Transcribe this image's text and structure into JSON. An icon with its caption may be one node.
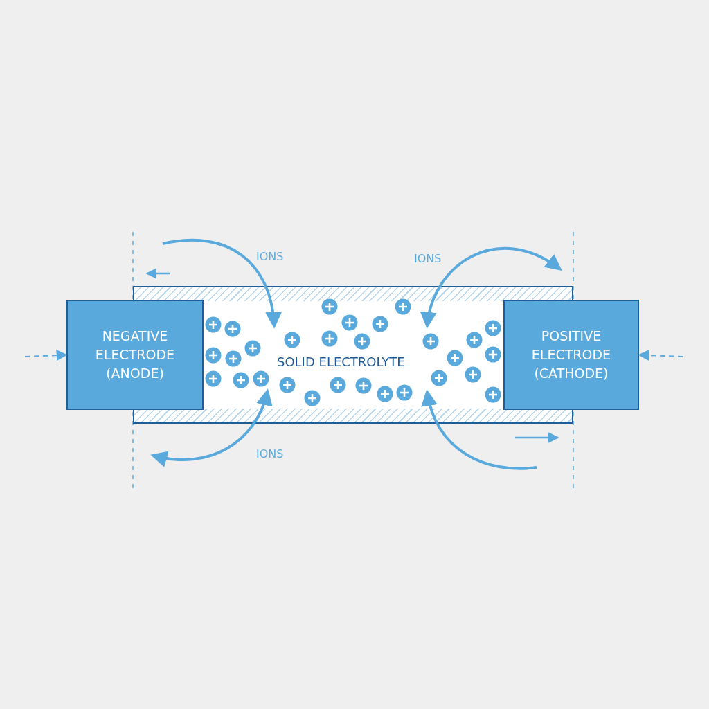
{
  "diagram": {
    "nodes": [
      {
        "text": [
          "NEGATIVE ELECTRODE (ANODE)"
        ]
      },
      {
        "text": [
          "SOLID ELECTROLYTE"
        ]
      },
      {
        "text": [
          "POSITIVE ELECTRODE (CATHODE)"
        ]
      }
    ],
    "edges": [
      {
        "from": null,
        "to": 0,
        "arrow": "to",
        "style": "dashed"
      },
      {
        "from": null,
        "to": 2,
        "arrow": "to",
        "style": "dashed"
      }
    ],
    "labels": [
      "IONS",
      "IONS",
      "IONS"
    ]
  }
}
